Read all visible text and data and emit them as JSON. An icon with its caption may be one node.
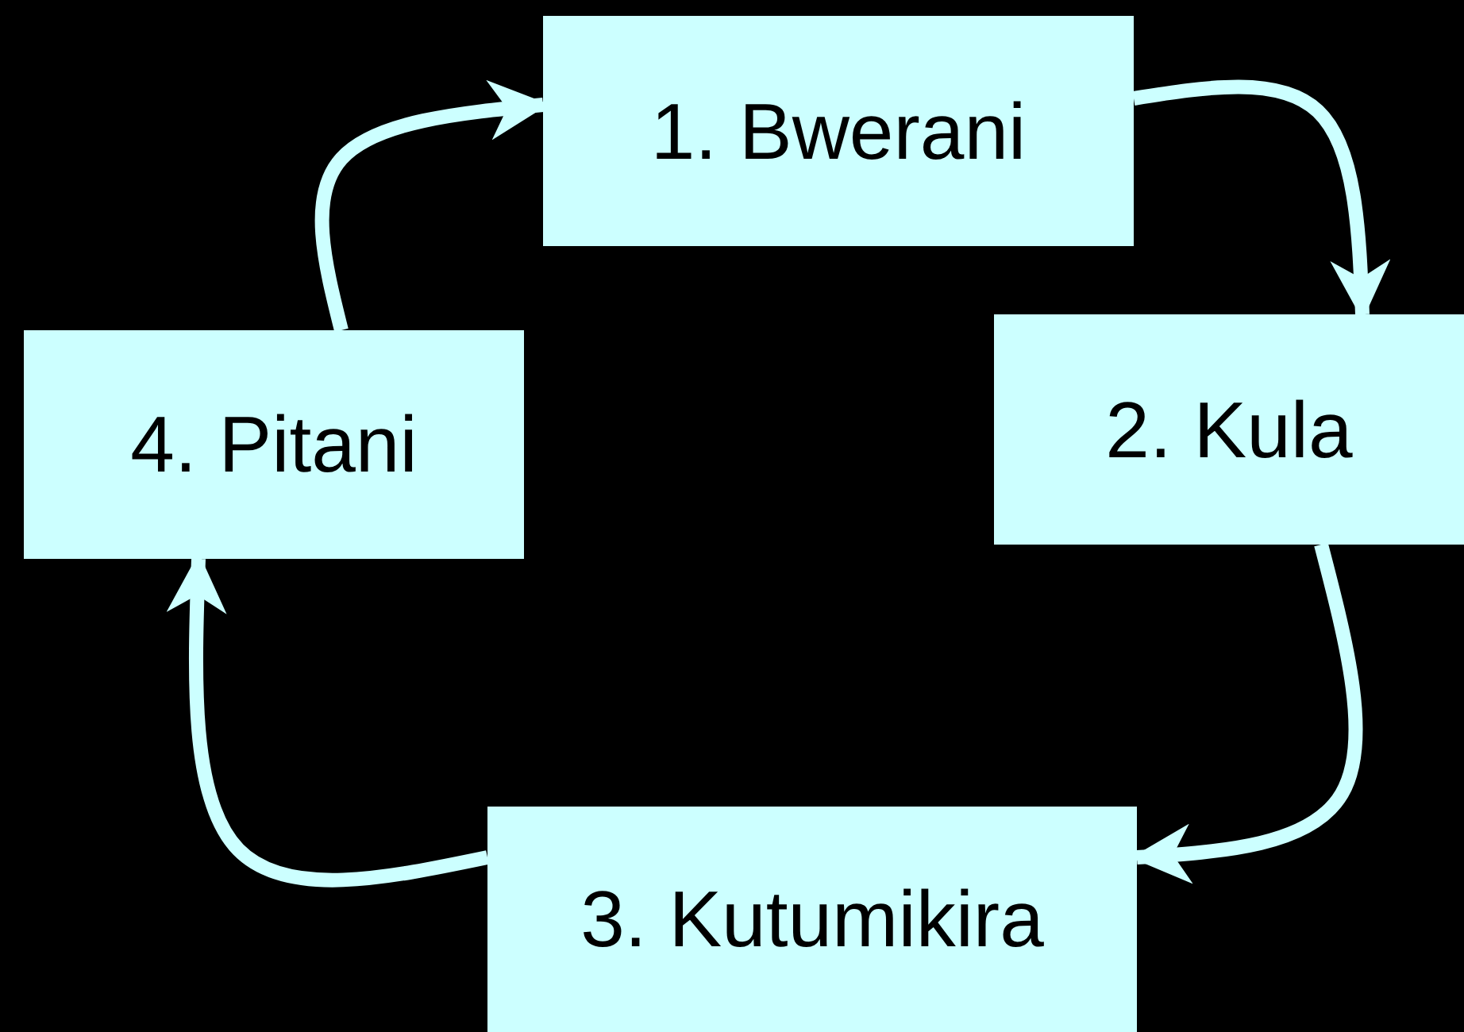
{
  "diagram": {
    "nodes": [
      {
        "text": [
          "1. Bwerani"
        ]
      },
      {
        "text": [
          "2. Kula"
        ]
      },
      {
        "text": [
          "3. Kutumikira"
        ]
      },
      {
        "text": [
          "4. Pitani"
        ]
      }
    ],
    "edges": [
      {
        "from": 0,
        "to": 1,
        "arrow": "to"
      },
      {
        "from": 1,
        "to": 2,
        "arrow": "to"
      },
      {
        "from": 2,
        "to": 3,
        "arrow": "to"
      },
      {
        "from": 3,
        "to": 0,
        "arrow": "to"
      }
    ]
  }
}
